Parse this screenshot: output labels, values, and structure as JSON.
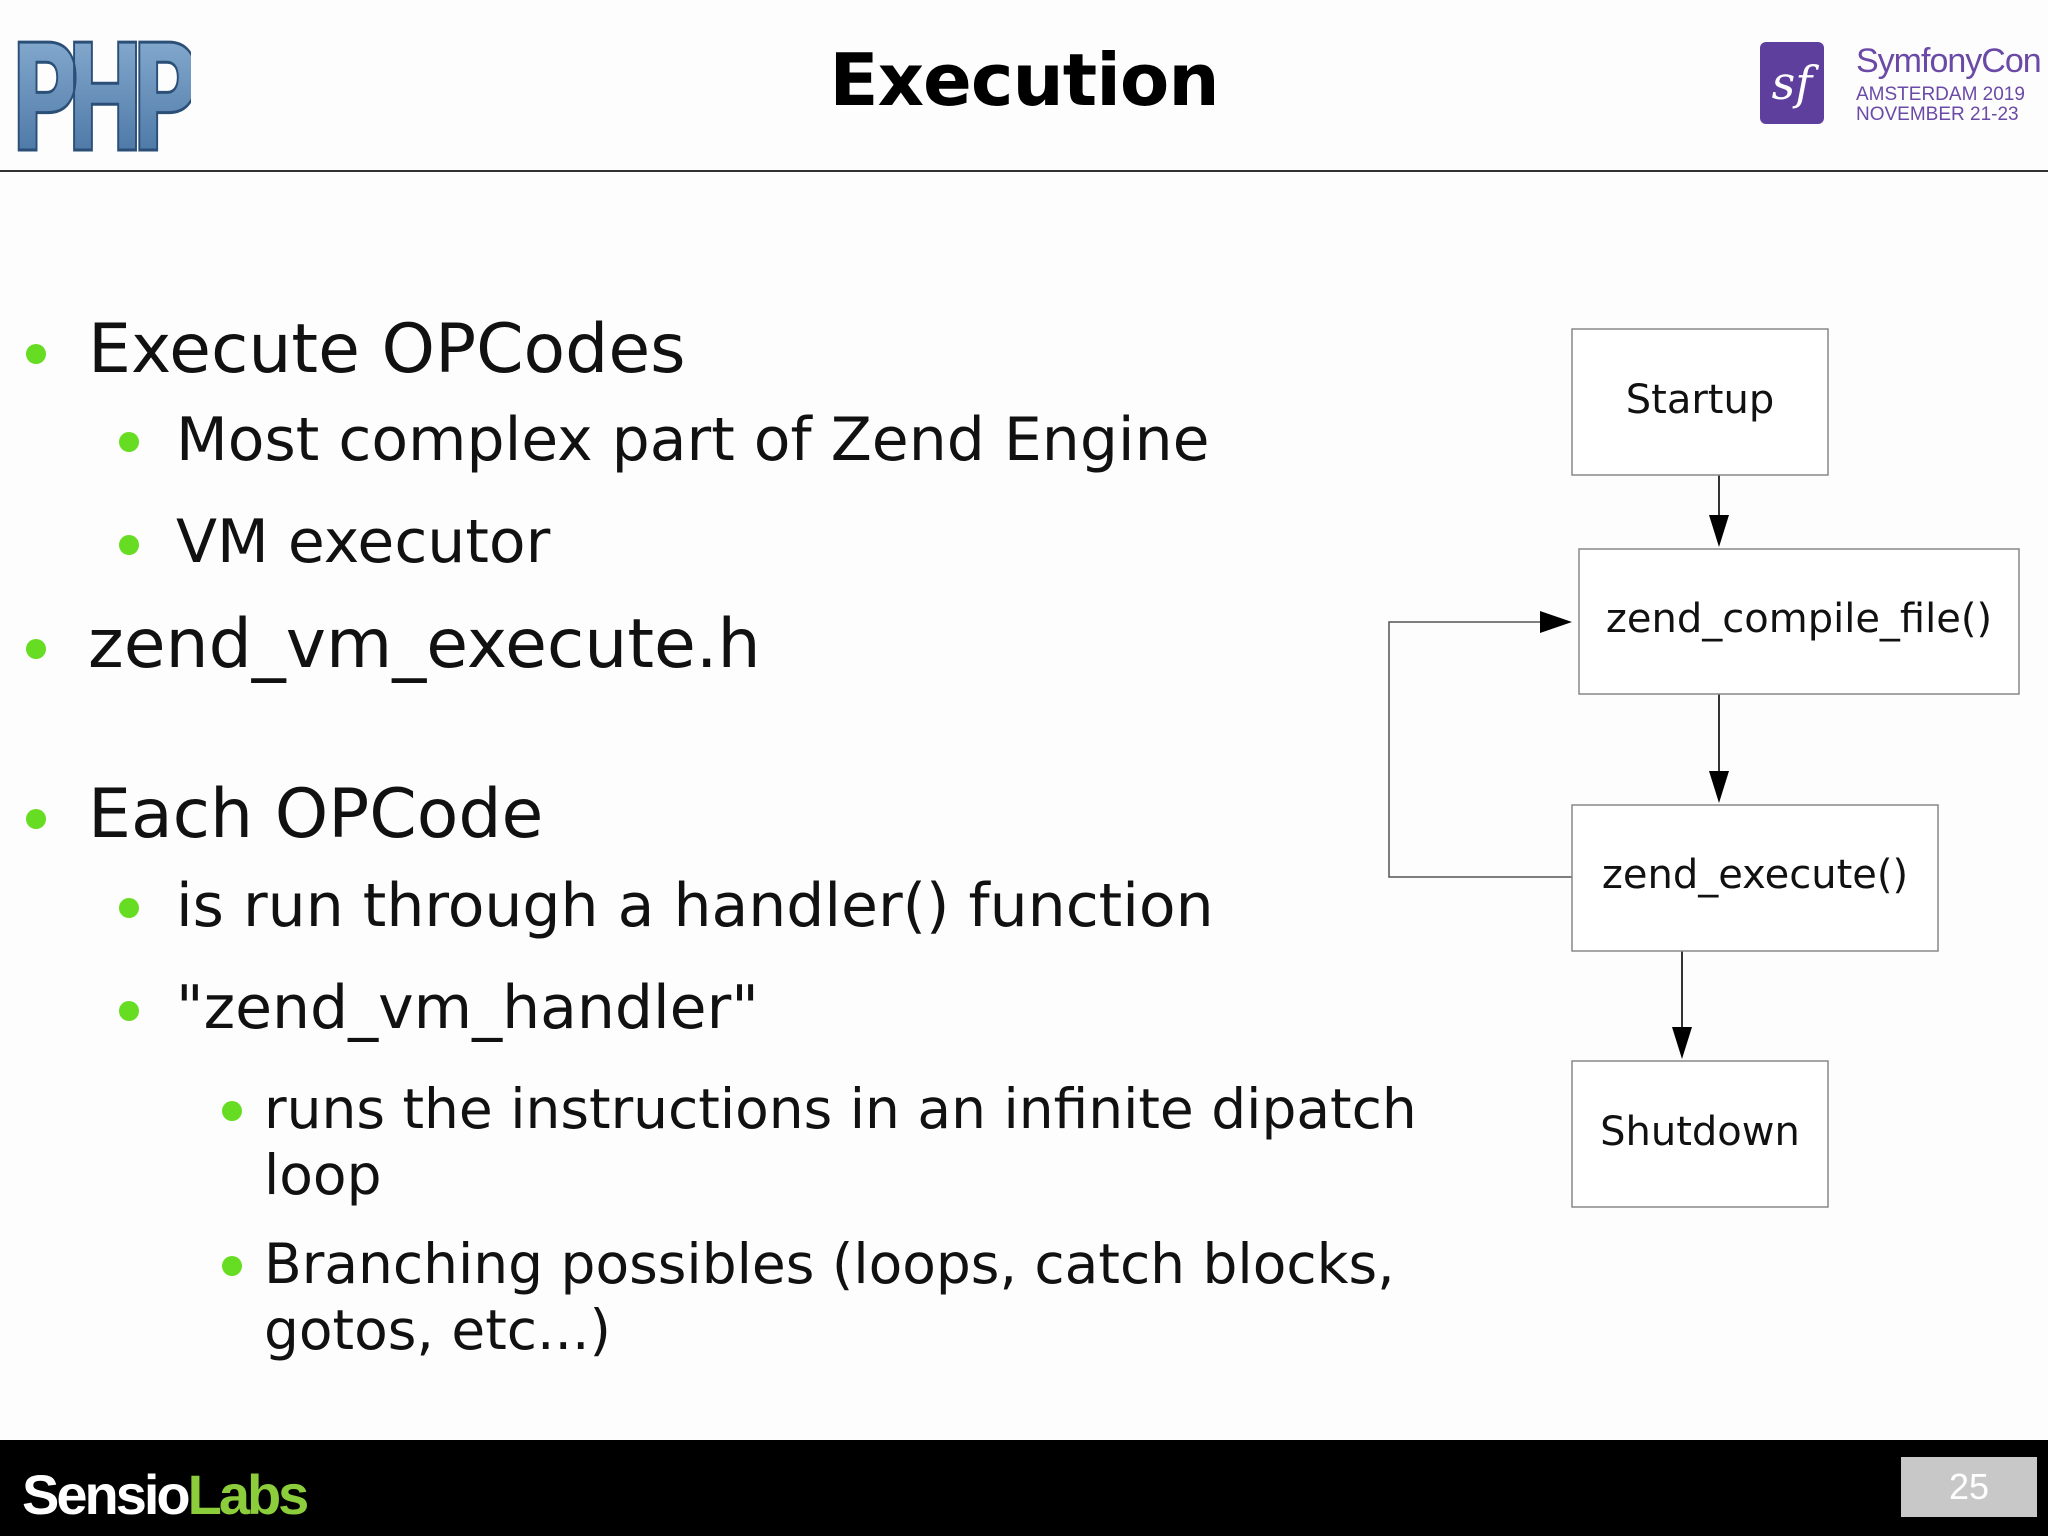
{
  "header": {
    "title": "Execution",
    "php_logo_text": "PHP",
    "conference": {
      "name": "SymfonyCon",
      "city_year": "AMSTERDAM 2019",
      "dates": "NOVEMBER 21-23",
      "badge_glyph": "sf",
      "color": "#6a4aa6"
    }
  },
  "bullets": [
    {
      "level": 1,
      "text": "Execute OPCodes"
    },
    {
      "level": 2,
      "text": "Most complex part of Zend Engine"
    },
    {
      "level": 2,
      "text": "VM executor"
    },
    {
      "level": 1,
      "text": "zend_vm_execute.h"
    },
    {
      "level": 1,
      "text": "Each OPCode"
    },
    {
      "level": 2,
      "text": "is run through a handler() function"
    },
    {
      "level": 2,
      "text": "\"zend_vm_handler\""
    },
    {
      "level": 3,
      "lines": [
        "runs the instructions in an infinite dipatch",
        "loop"
      ]
    },
    {
      "level": 3,
      "lines": [
        "Branching possibles (loops, catch blocks,",
        "gotos, etc...)"
      ]
    }
  ],
  "diagram": {
    "nodes": [
      "Startup",
      "zend_compile_file()",
      "zend_execute()",
      "Shutdown"
    ]
  },
  "footer": {
    "brand_part1": "Sensio",
    "brand_part2": "Labs",
    "brand_accent": "#8ccd3c",
    "page_number": "25"
  },
  "colors": {
    "bullet": "#66dd22",
    "footer_bg": "#000000"
  }
}
